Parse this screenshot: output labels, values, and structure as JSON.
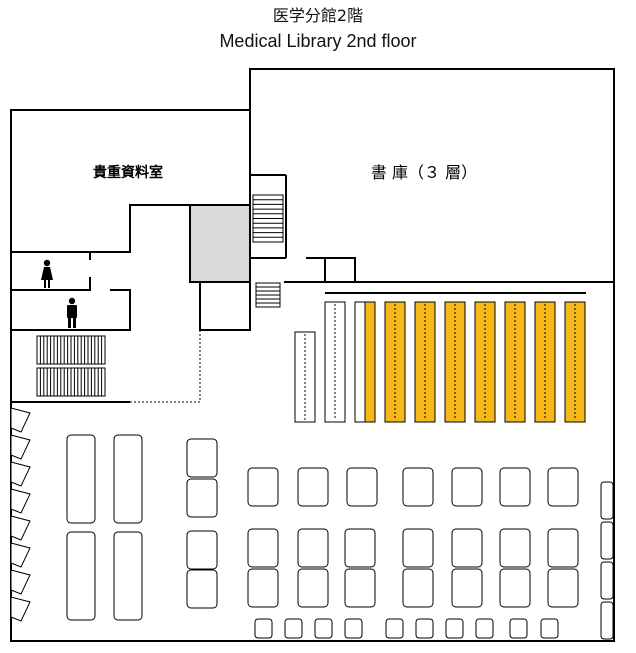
{
  "header": {
    "title_ja": "医学分館2階",
    "title_en": "Medical Library 2nd floor"
  },
  "rooms": {
    "rare_books": "貴重資料室",
    "stacks": "書 庫（３ 層）"
  },
  "icons": {
    "female_restroom": "female-restroom-icon",
    "male_restroom": "male-restroom-icon"
  },
  "colors": {
    "highlight_shelf": "#f7b81a",
    "elevator": "#d9d9d9",
    "wall": "#000000"
  },
  "shelves": {
    "plain_count": 3,
    "highlighted_count": 7
  }
}
